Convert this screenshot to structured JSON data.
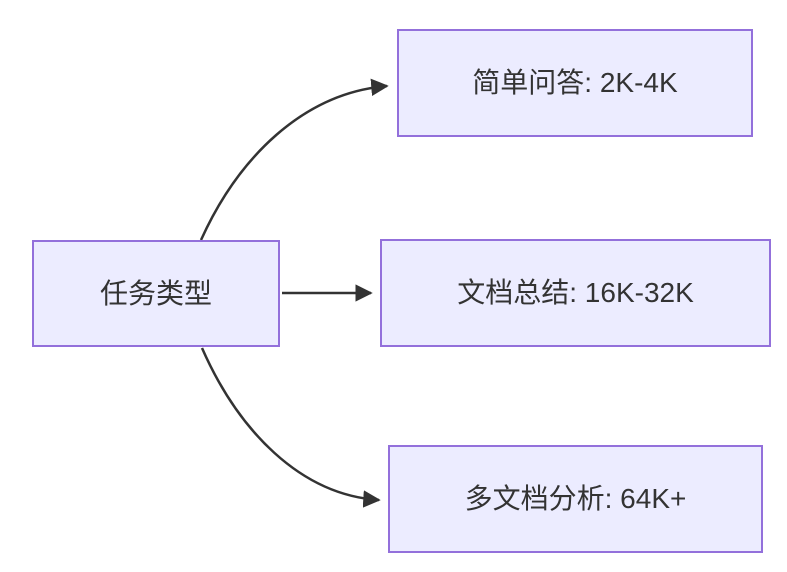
{
  "diagram": {
    "type": "flowchart",
    "direction": "left-to-right",
    "root": {
      "id": "task-type",
      "label": "任务类型"
    },
    "branches": [
      {
        "id": "simple-qa",
        "label": "简单问答: 2K-4K"
      },
      {
        "id": "doc-summary",
        "label": "文档总结: 16K-32K"
      },
      {
        "id": "multi-doc",
        "label": "多文档分析: 64K+"
      }
    ],
    "edges": [
      {
        "from": "task-type",
        "to": "simple-qa"
      },
      {
        "from": "task-type",
        "to": "doc-summary"
      },
      {
        "from": "task-type",
        "to": "multi-doc"
      }
    ],
    "colors": {
      "node_fill": "#ECECFF",
      "node_border": "#9370DB",
      "edge_line": "#333333",
      "text": "#333333",
      "background": "#FFFFFF"
    }
  }
}
